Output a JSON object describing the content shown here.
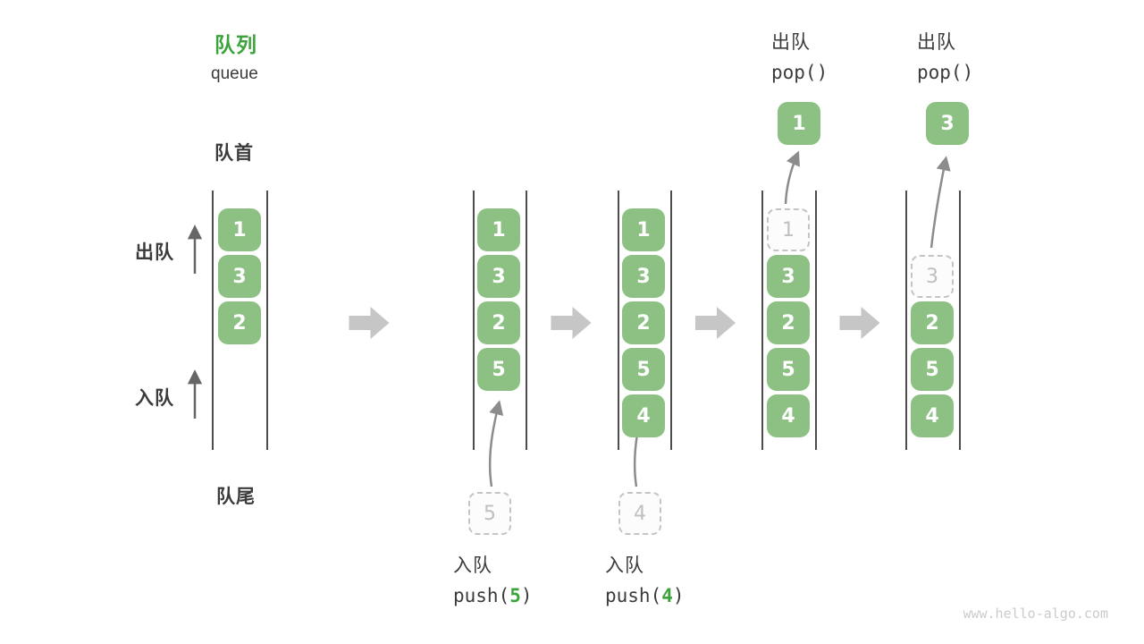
{
  "header": {
    "title_zh": "队列",
    "title_en": "queue"
  },
  "side_labels": {
    "front": "队首",
    "rear": "队尾",
    "dequeue": "出队",
    "enqueue": "入队"
  },
  "columns": [
    {
      "cells": [
        "1",
        "3",
        "2"
      ]
    },
    {
      "cells": [
        "1",
        "3",
        "2",
        "5"
      ]
    },
    {
      "cells": [
        "1",
        "3",
        "2",
        "5",
        "4"
      ]
    },
    {
      "ghost": "1",
      "cells": [
        "3",
        "2",
        "5",
        "4"
      ],
      "popped": "1"
    },
    {
      "ghost": "3",
      "cells": [
        "2",
        "5",
        "4"
      ],
      "popped": "3"
    }
  ],
  "ops": {
    "push5": {
      "action": "入队",
      "fn": "push(",
      "arg": "5",
      "close": ")",
      "ghost": "5"
    },
    "push4": {
      "action": "入队",
      "fn": "push(",
      "arg": "4",
      "close": ")",
      "ghost": "4"
    },
    "pop1": {
      "action": "出队",
      "code": "pop()"
    },
    "pop2": {
      "action": "出队",
      "code": "pop()"
    }
  },
  "watermark": "www.hello-algo.com",
  "icons": {
    "step_arrow": "right-block-arrow",
    "flow_arrow": "curved-up-arrow",
    "side_arrow": "up-arrow"
  },
  "colors": {
    "accent_green": "#3DA43D",
    "box_green": "#8DC183",
    "box_text": "#FFFFFF",
    "dark_text": "#3B3B3B",
    "rail": "#4D4D4D",
    "step_arrow": "#C6C6C6",
    "curve_arrow": "#8C8C8C",
    "side_arrow": "#666666",
    "ghost_border": "#C4C4C4",
    "ghost_text": "#BFBFBF",
    "ghost_bg": "#FCFCFC",
    "watermark": "#CBCBCB"
  }
}
